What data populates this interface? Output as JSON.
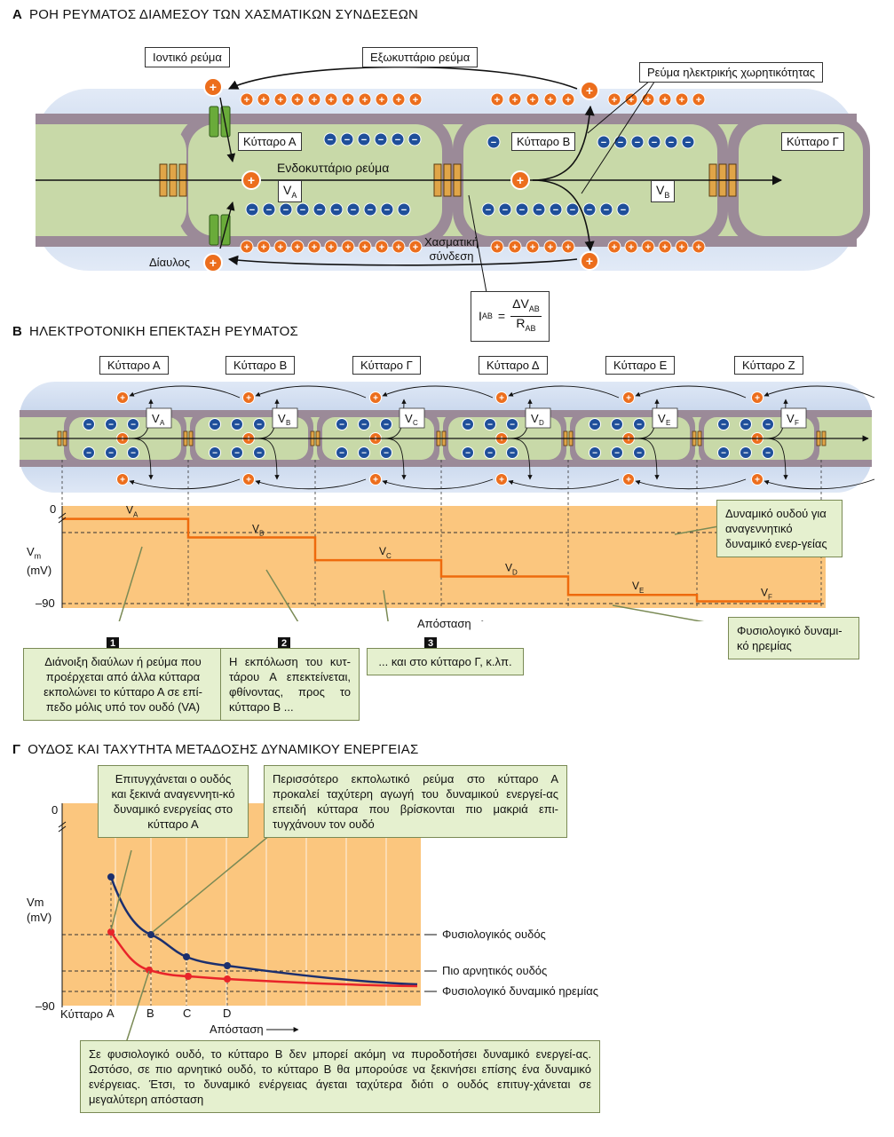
{
  "section_a": {
    "letter": "A",
    "title": "ΡΟΗ ΡΕΥΜΑΤΟΣ ΔΙΑΜΕΣΟΥ ΤΩΝ ΧΑΣΜΑΤΙΚΩΝ ΣΥΝΔΕΣΕΩΝ",
    "ionic_current": "Ιοντικό ρεύμα",
    "extracellular_current": "Εξωκυττάριο ρεύμα",
    "capacitive_current": "Ρεύμα ηλεκτρικής χωρητικότητας",
    "cell_a": "Κύτταρο Α",
    "cell_b": "Κύτταρο Β",
    "cell_c": "Κύτταρο Γ",
    "intracellular_current": "Ενδοκυττάριο ρεύμα",
    "va": "V",
    "va_sub": "A",
    "vb": "V",
    "vb_sub": "B",
    "gap_junction_1": "Χασματική",
    "gap_junction_2": "σύνδεση",
    "channel": "Δίαυλος",
    "formula_i": "I",
    "formula_i_sub": "AB",
    "formula_num": "ΔV",
    "formula_num_sub": "AB",
    "formula_den": "R",
    "formula_den_sub": "AB"
  },
  "section_b": {
    "letter": "Β",
    "title": "ΗΛΕΚΤΡΟΤΟΝΙΚΗ ΕΠΕΚΤΑΣΗ ΡΕΥΜΑΤΟΣ",
    "cells": [
      "Κύτταρο Α",
      "Κύτταρο Β",
      "Κύτταρο Γ",
      "Κύτταρο Δ",
      "Κύτταρο Ε",
      "Κύτταρο Ζ"
    ],
    "v_subs": [
      "A",
      "B",
      "C",
      "D",
      "E",
      "F"
    ],
    "y_zero": "0",
    "y_label": "V",
    "y_label_sub": "m",
    "y_unit": "(mV)",
    "y_min": "–90",
    "threshold_note": "Δυναμικό ουδού για αναγεννητικό δυναμικό ενερ-γείας",
    "resting_note": "Φυσιολογικό δυναμι-κό ηρεμίας",
    "x_label": "Απόσταση",
    "note1_num": "1",
    "note1": "Διάνοιξη διαύλων ή ρεύμα που προέρχεται από άλλα κύτταρα εκπολώνει το κύτταρο Α σε επί-πεδο μόλις υπό τον ουδό (VA)",
    "note2_num": "2",
    "note2": "Η εκπόλωση του κυτ-τάρου Α επεκτείνεται, φθίνοντας, προς το κύτταρο Β ...",
    "note3_num": "3",
    "note3": "... και στο κύτταρο Γ, κ.λπ."
  },
  "section_c": {
    "letter": "Γ",
    "title": "ΟΥΔΟΣ ΚΑΙ ΤΑΧΥΤΗΤΑ ΜΕΤΑΔΟΣΗΣ ΔΥΝΑΜΙΚΟΥ ΕΝΕΡΓΕΙΑΣ",
    "note_top_left": "Επιτυγχάνεται ο ουδός και ξεκινά αναγεννητι-κό δυναμικό ενεργείας στο κύτταρο Α",
    "note_top_right": "Περισσότερο εκπολωτικό ρεύμα στο κύτταρο Α προκαλεί ταχύτερη αγωγή του δυναμικού ενεργεί-ας επειδή κύτταρα που βρίσκονται πιο μακριά επι-τυγχάνουν τον ουδό",
    "y_zero": "0",
    "y_label": "Vm",
    "y_unit": "(mV)",
    "y_min": "–90",
    "x_cell_label": "Κύτταρο",
    "x_ticks": [
      "A",
      "B",
      "C",
      "D"
    ],
    "x_label": "Απόσταση",
    "line_physio_threshold": "Φυσιολογικός ουδός",
    "line_negative_threshold": "Πιο αρνητικός ουδός",
    "line_resting": "Φυσιολογικό δυναμικό ηρεμίας",
    "note_bottom": "Σε φυσιολογικό ουδό, το κύτταρο Β δεν μπορεί ακόμη να πυροδοτήσει δυναμικό ενεργεί-ας. Ωστόσο, σε πιο αρνητικό ουδό, το κύτταρο Β θα μπορούσε να ξεκινήσει επίσης ένα δυναμικό ενέργειας. Έτσι, το δυναμικό ενέργειας άγεται ταχύτερα διότι ο ουδός επιτυγ-χάνεται σε μεγαλύτερη απόσταση"
  },
  "chart_data": [
    {
      "type": "line",
      "y_range": [
        -90,
        0
      ],
      "categories": [
        "A",
        "B",
        "C",
        "D",
        "E",
        "F"
      ],
      "values": [
        -12,
        -29,
        -50,
        -65,
        -82,
        -88
      ],
      "xlabel": "Απόσταση",
      "ylabel": "Vm (mV)"
    },
    {
      "type": "line",
      "y_range": [
        -90,
        0
      ],
      "categories": [
        "A",
        "B",
        "C",
        "D"
      ],
      "series": [
        {
          "values": [
            -31,
            -59,
            -70,
            -75
          ]
        },
        {
          "values": [
            -55,
            -78,
            -80,
            -82
          ]
        }
      ],
      "xlabel": "Απόσταση",
      "ylabel": "Vm (mV)"
    }
  ],
  "colors": {
    "cytoplasm": "#c8d9a8",
    "membrane": "#9b8a98",
    "positive_ion": "#ec6e1d",
    "negative_ion": "#1f4f9a",
    "plot_bg": "#fbc67e",
    "trace": "#ee6a0d",
    "blue_curve": "#1b2f6e",
    "red_curve": "#e8242a",
    "note_bg": "#e5f0cf"
  }
}
